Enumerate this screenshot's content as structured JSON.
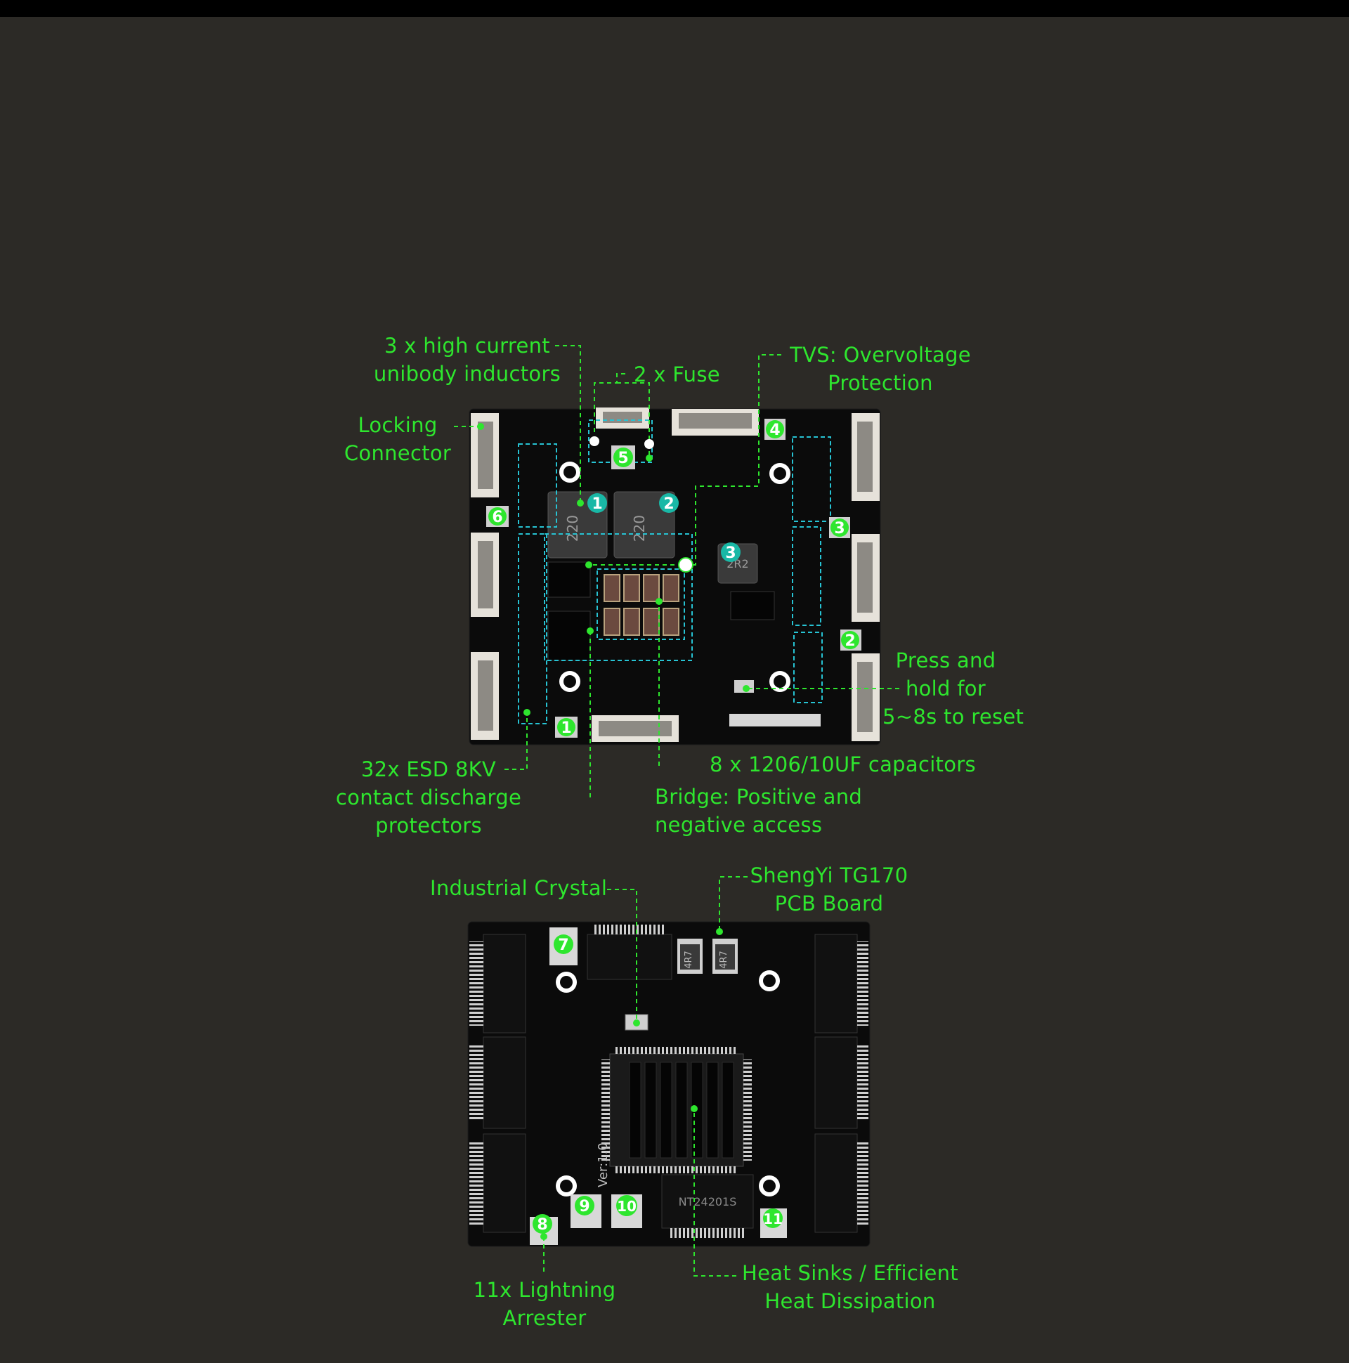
{
  "colors": {
    "background": "#2c2a26",
    "accent": "#2ee62e",
    "board": "#0b0b0b",
    "badge_teal": "#19b8a6",
    "connector": "#e6e2da"
  },
  "top_board": {
    "callouts": {
      "inductors": [
        "3 x high current",
        "unibody inductors"
      ],
      "fuse": [
        "2 x Fuse"
      ],
      "tvs": [
        "TVS: Overvoltage",
        "Protection"
      ],
      "locking": [
        "Locking",
        "Connector"
      ],
      "reset": [
        "Press and",
        "hold for",
        "5~8s to reset"
      ],
      "esd": [
        "32x ESD 8KV",
        "contact discharge",
        "protectors"
      ],
      "capacitors": [
        "8 x 1206/10UF capacitors"
      ],
      "bridge": [
        "Bridge: Positive and",
        "negative access"
      ]
    },
    "badges": [
      "1",
      "2",
      "3",
      "4",
      "5",
      "6",
      "3",
      "2",
      "1"
    ],
    "inductor_marks": [
      "220",
      "220",
      "2R2"
    ]
  },
  "bottom_board": {
    "callouts": {
      "crystal": [
        "Industrial Crystal"
      ],
      "pcb": [
        "ShengYi TG170",
        "PCB Board"
      ],
      "lightning": [
        "11x Lightning",
        "Arrester"
      ],
      "heatsink": [
        "Heat Sinks / Efficient",
        "Heat Dissipation"
      ]
    },
    "badges": [
      "7",
      "8",
      "9",
      "10",
      "11"
    ],
    "chip_marks": [
      "NT24201S",
      "4R7",
      "4R7"
    ],
    "version": "Ver:1.0"
  }
}
